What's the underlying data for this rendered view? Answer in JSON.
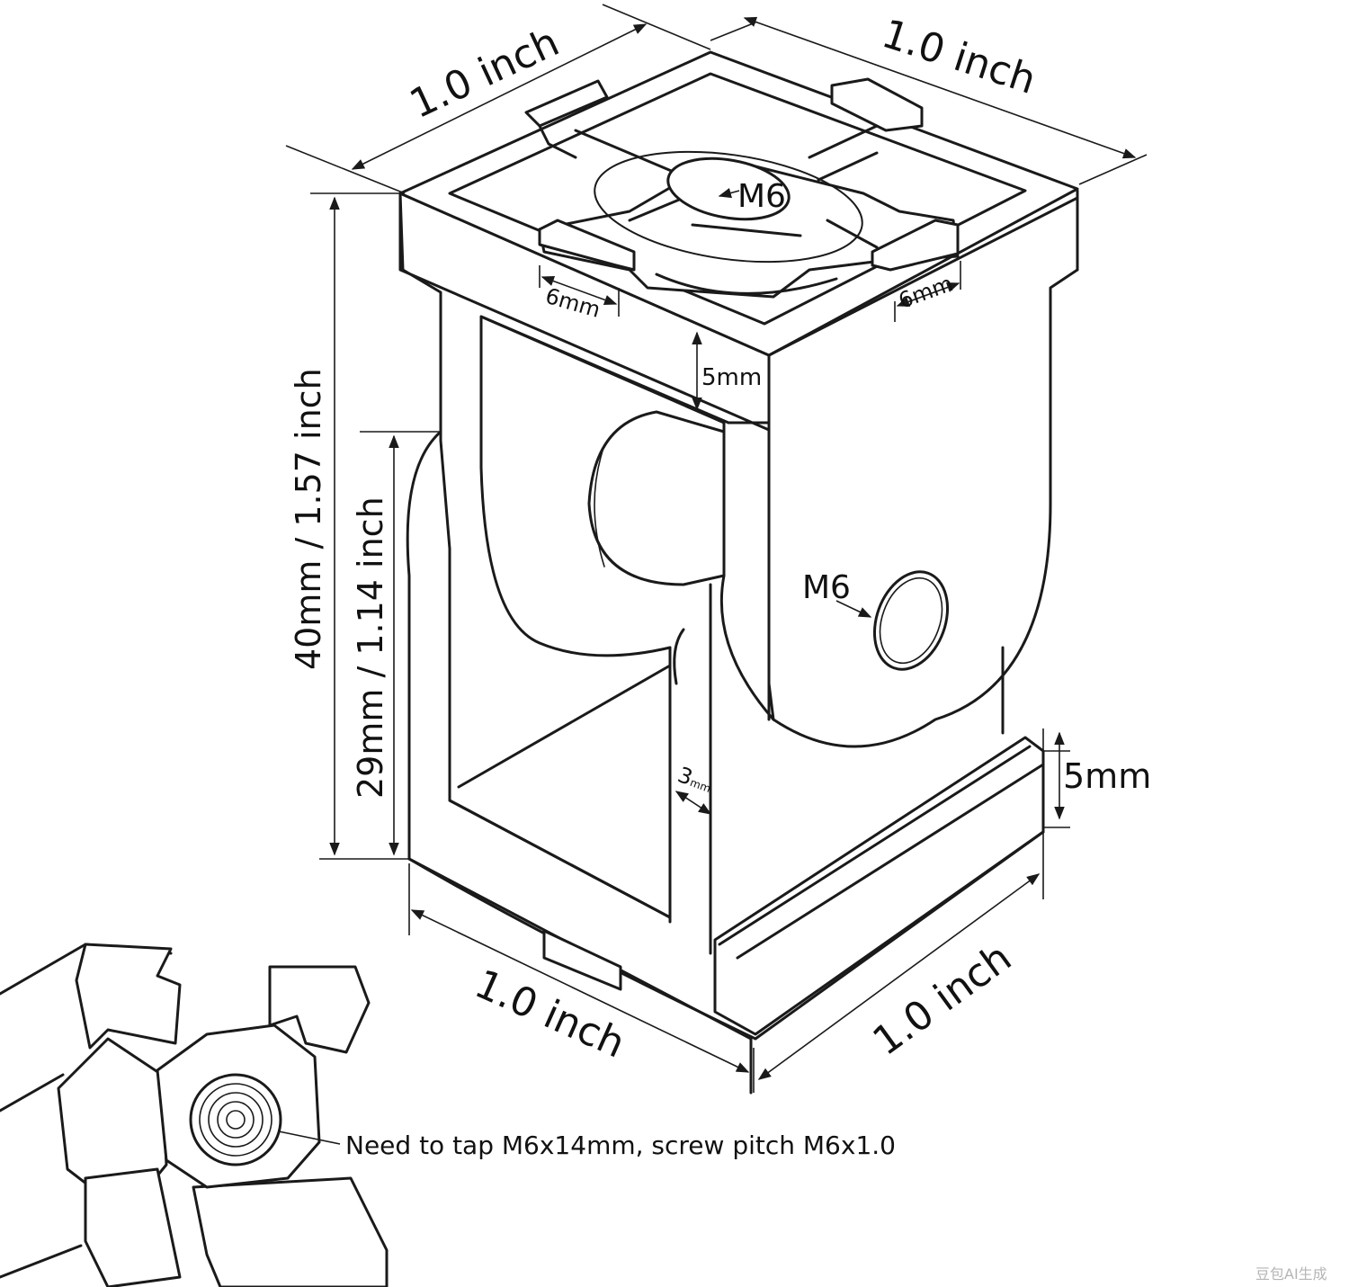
{
  "labels": {
    "top_left_width": "1.0 inch",
    "top_right_width": "1.0 inch",
    "top_hole": "M6",
    "tab_left": "6mm",
    "tab_right": "6mm",
    "wall_top": "5mm",
    "side_hole": "M6",
    "total_height": "40mm / 1.57 inch",
    "inner_height": "29mm / 1.14 inch",
    "base_thickness": "5mm",
    "web_thickness_value": "3",
    "web_thickness_unit": "mm",
    "bottom_left_width": "1.0 inch",
    "bottom_right_width": "1.0 inch",
    "tap_note": "Need to tap M6x14mm, screw pitch M6x1.0"
  },
  "watermark": "豆包AI生成"
}
